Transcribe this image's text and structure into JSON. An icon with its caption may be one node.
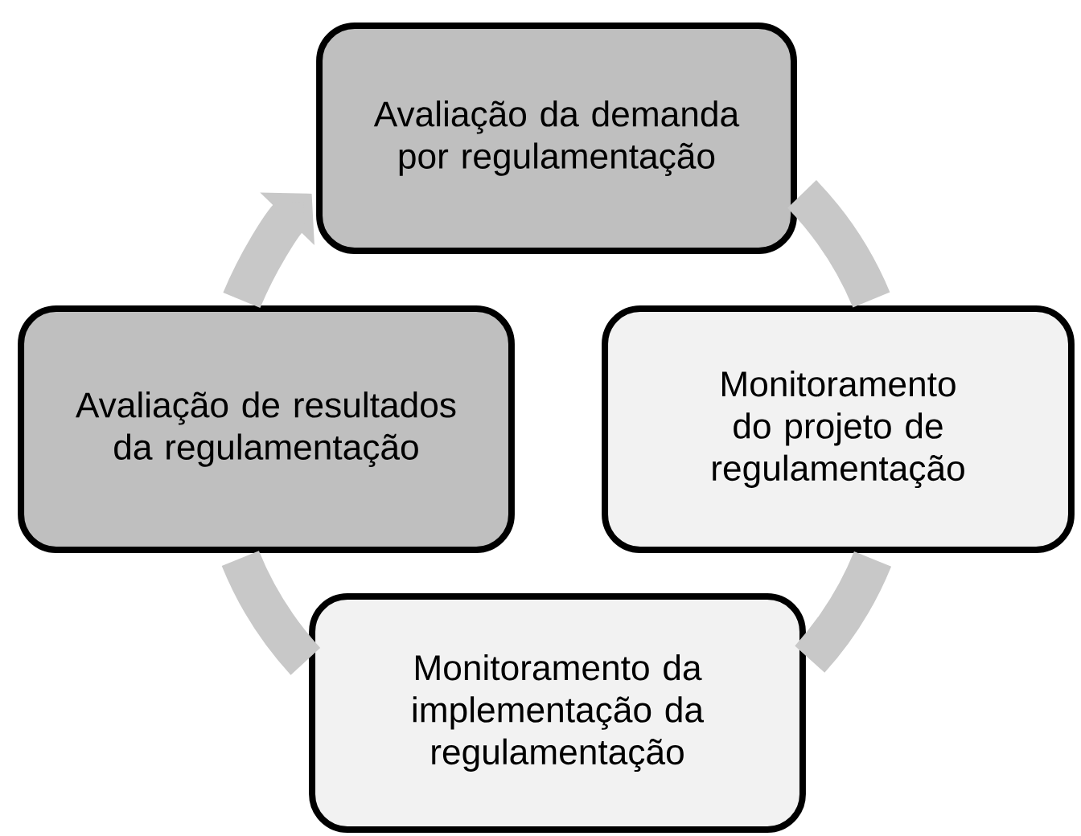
{
  "diagram": {
    "nodes": [
      {
        "text": [
          "Avaliação da demanda por regulamentação"
        ]
      },
      {
        "text": [
          "Monitoramento do projeto de regulamentação"
        ]
      },
      {
        "text": [
          "Monitoramento da implementação da regulamentação"
        ]
      },
      {
        "text": [
          "Avaliação de resultados da regulamentação"
        ]
      }
    ],
    "edges": [
      {
        "from": 0,
        "to": 1,
        "arrow": "none"
      },
      {
        "from": 1,
        "to": 2,
        "arrow": "none"
      },
      {
        "from": 2,
        "to": 3,
        "arrow": "none"
      },
      {
        "from": 3,
        "to": 0,
        "arrow": "to"
      }
    ]
  }
}
